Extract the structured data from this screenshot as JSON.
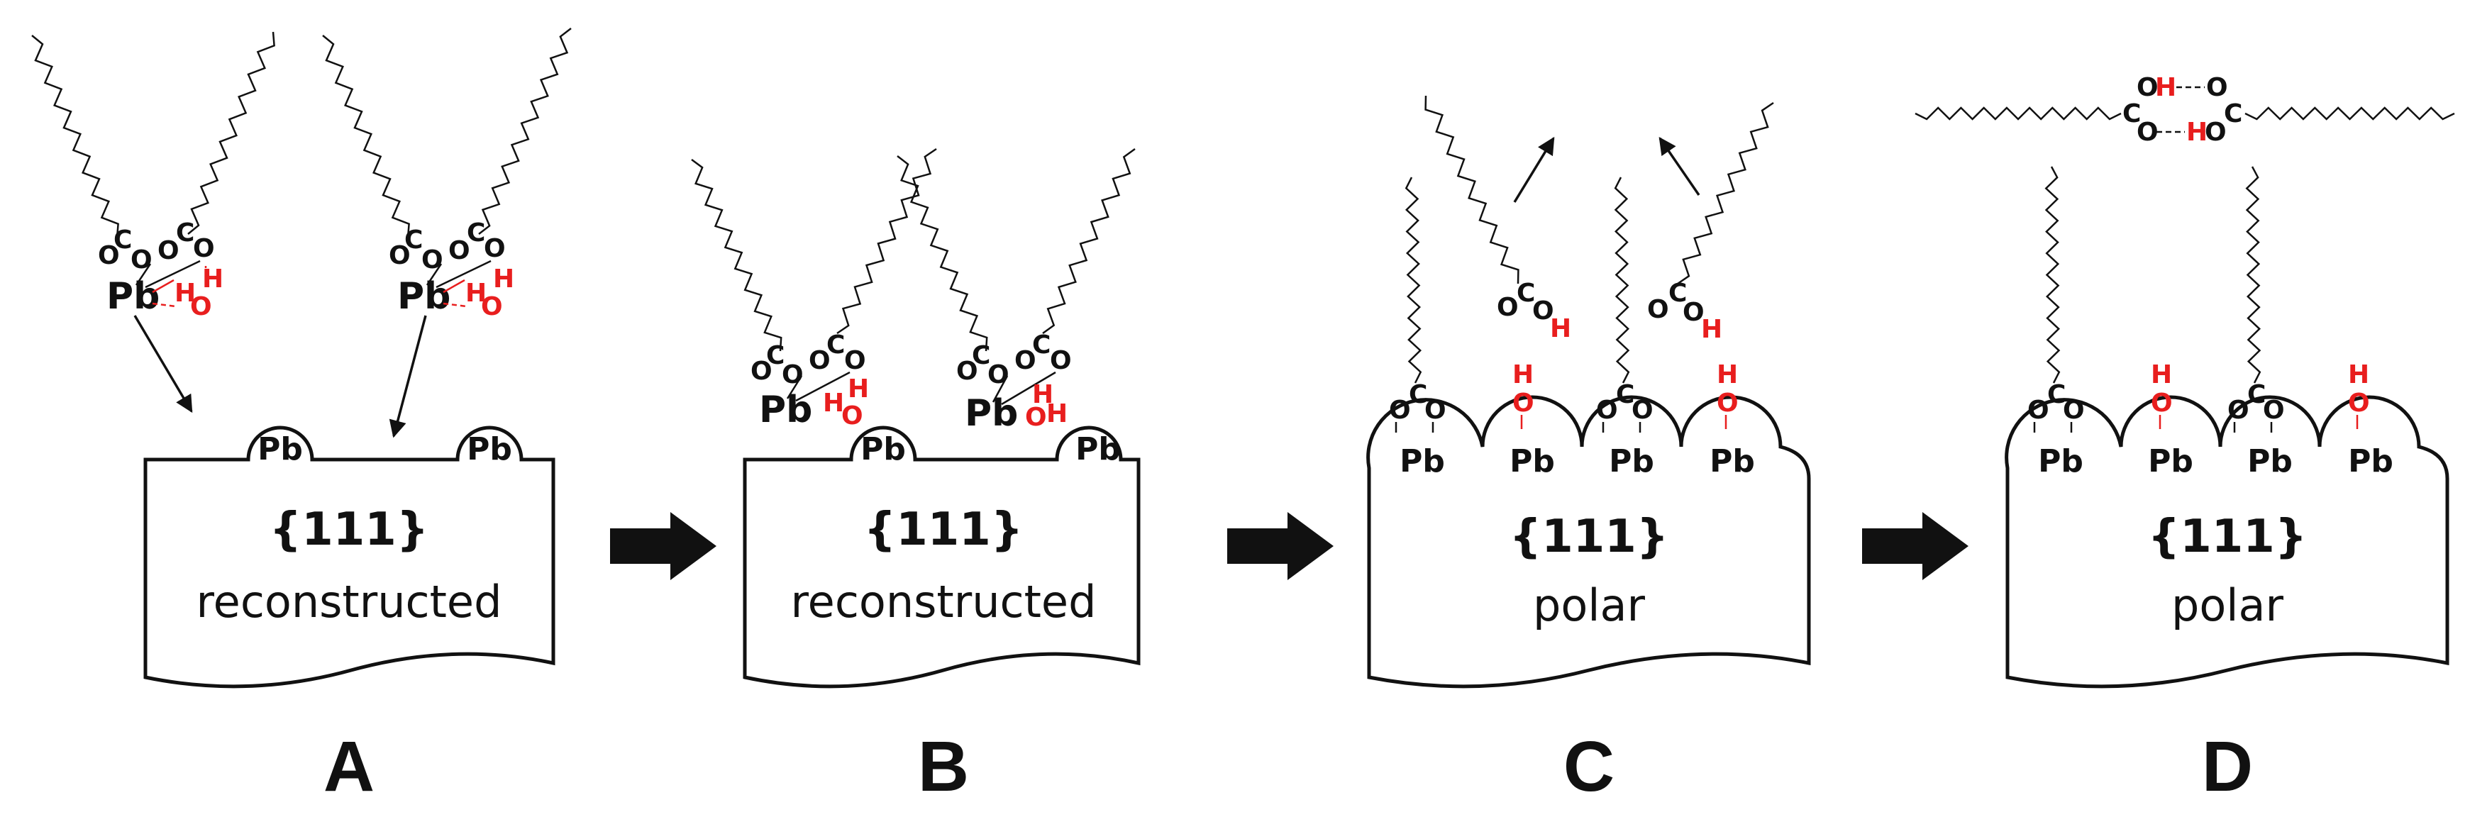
{
  "panels": [
    {
      "label": "A",
      "facet": "{111}",
      "surface": "reconstructed"
    },
    {
      "label": "B",
      "facet": "{111}",
      "surface": "reconstructed"
    },
    {
      "label": "C",
      "facet": "{111}",
      "surface": "polar"
    },
    {
      "label": "D",
      "facet": "{111}",
      "surface": "polar"
    }
  ],
  "atoms": {
    "lead": "Pb",
    "oxygen": "O",
    "carbon": "C",
    "hydrogen": "H"
  },
  "dimer": {
    "top": "OH--O",
    "bottom": "O--HO"
  },
  "colors": {
    "ink": "#111111",
    "hydrogen_bond": "#e81e1e"
  }
}
